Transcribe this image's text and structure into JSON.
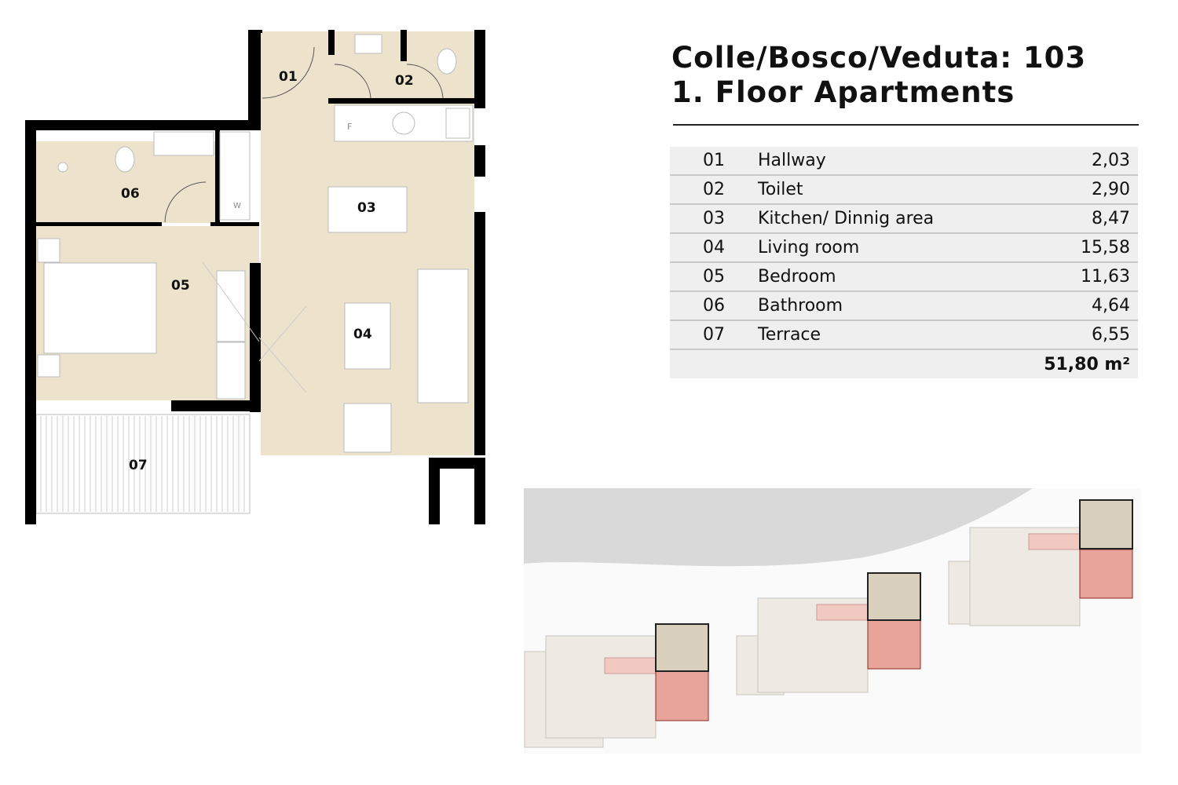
{
  "header": {
    "title_line1": "Colle/Bosco/Veduta: 103",
    "title_line2": "1. Floor Apartments"
  },
  "rooms": [
    {
      "no": "01",
      "name": "Hallway",
      "area": "2,03"
    },
    {
      "no": "02",
      "name": "Toilet",
      "area": "2,90"
    },
    {
      "no": "03",
      "name": "Kitchen/ Dinnig area",
      "area": "8,47"
    },
    {
      "no": "04",
      "name": "Living room",
      "area": "15,58"
    },
    {
      "no": "05",
      "name": "Bedroom",
      "area": "11,63"
    },
    {
      "no": "06",
      "name": "Bathroom",
      "area": "4,64"
    },
    {
      "no": "07",
      "name": "Terrace",
      "area": "6,55"
    }
  ],
  "total": "51,80 m²",
  "plan_marks": {
    "fridge": "F",
    "washer": "W"
  },
  "colors": {
    "floor": "#ede3cc",
    "wall": "#000000",
    "highlight": "#e8a49a",
    "sea": "#d9d9d9"
  }
}
